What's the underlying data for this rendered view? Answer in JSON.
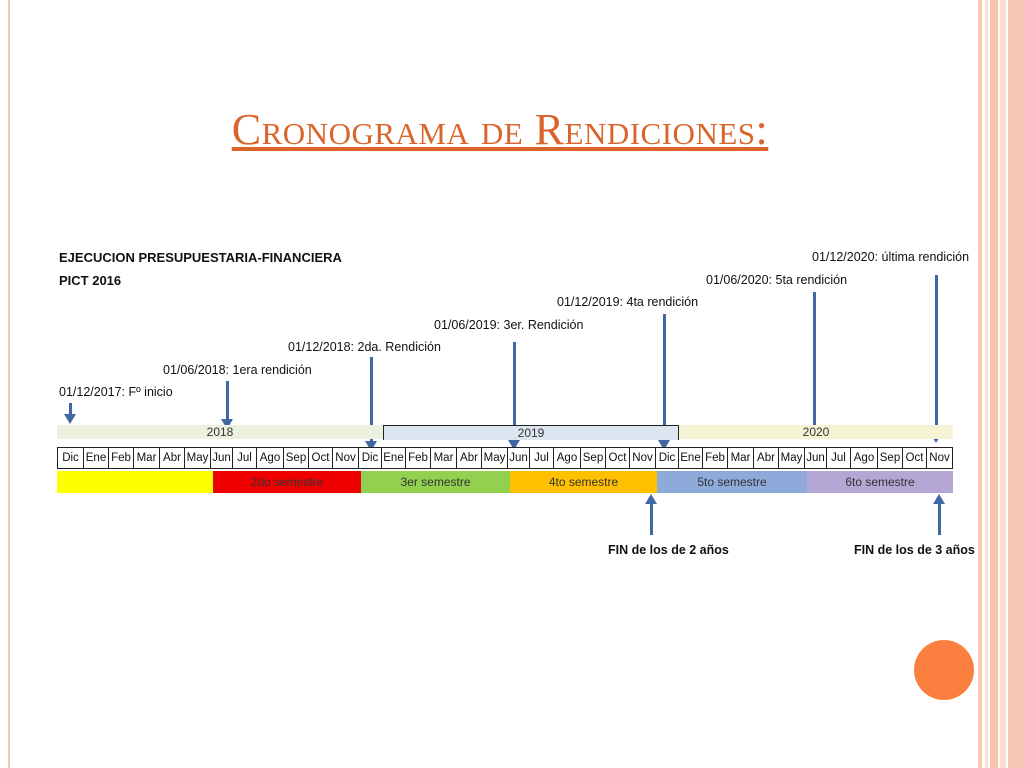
{
  "slide": {
    "title": "Cronograma de Rendiciones:",
    "accent_color": "#d9652b",
    "circle_color": "#fb7f3e"
  },
  "diagram": {
    "header_line1": "EJECUCION PRESUPUESTARIA-FINANCIERA",
    "header_line2": "PICT 2016",
    "milestones": [
      "01/12/2017: Fº inicio",
      "01/06/2018: 1era rendición",
      "01/12/2018: 2da. Rendición",
      "01/06/2019: 3er. Rendición",
      "01/12/2019: 4ta rendición",
      "01/06/2020: 5ta rendición",
      "01/12/2020: última rendición"
    ],
    "years": [
      "2018",
      "2019",
      "2020"
    ],
    "months": [
      "Dic",
      "Ene",
      "Feb",
      "Mar",
      "Abr",
      "May",
      "Jun",
      "Jul",
      "Ago",
      "Sep",
      "Oct",
      "Nov",
      "Dic",
      "Ene",
      "Feb",
      "Mar",
      "Abr",
      "May",
      "Jun",
      "Jul",
      "Ago",
      "Sep",
      "Oct",
      "Nov",
      "Dic",
      "Ene",
      "Feb",
      "Mar",
      "Abr",
      "May",
      "Jun",
      "Jul",
      "Ago",
      "Sep",
      "Oct",
      "Nov"
    ],
    "semesters": [
      {
        "label": "",
        "color": "#ffff00"
      },
      {
        "label": "2do semestre",
        "color": "#ee0000"
      },
      {
        "label": "3er semestre",
        "color": "#92d050"
      },
      {
        "label": "4to semestre",
        "color": "#ffc000"
      },
      {
        "label": "5to semestre",
        "color": "#8eaadb"
      },
      {
        "label": "6to semestre",
        "color": "#b4a7d6"
      }
    ],
    "end_markers": [
      "FIN de los de 2 años",
      "FIN de los de 3 años"
    ],
    "arrow_color": "#3f67a3"
  }
}
